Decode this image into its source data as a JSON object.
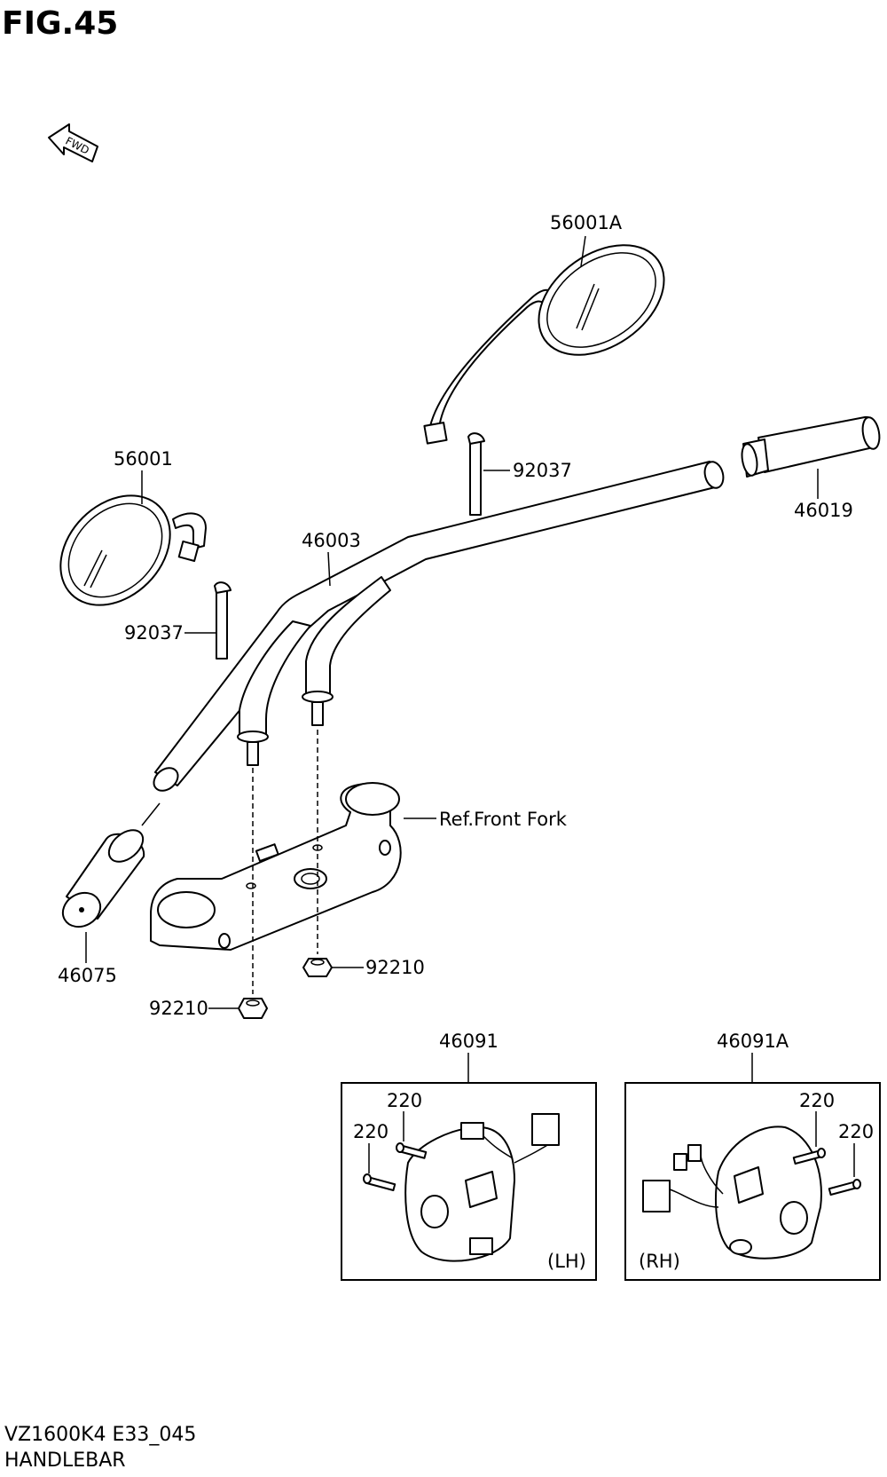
{
  "figure": {
    "title": "FIG.45",
    "fwd_label": "FWD"
  },
  "parts": {
    "mirror_right": "56001A",
    "mirror_left": "56001",
    "clamp_right": "92037",
    "clamp_left": "92037",
    "handlebar": "46003",
    "grip_right": "46019",
    "grip_left": "46075",
    "ref_front_fork": "Ref.Front Fork",
    "nut_right": "92210",
    "nut_left": "92210",
    "switch_lh": "46091",
    "switch_rh": "46091A",
    "screw_lh_1": "220",
    "screw_lh_2": "220",
    "screw_rh_1": "220",
    "screw_rh_2": "220",
    "side_lh": "(LH)",
    "side_rh": "(RH)"
  },
  "footer": {
    "model_code": "VZ1600K4 E33_045",
    "section": "HANDLEBAR"
  }
}
